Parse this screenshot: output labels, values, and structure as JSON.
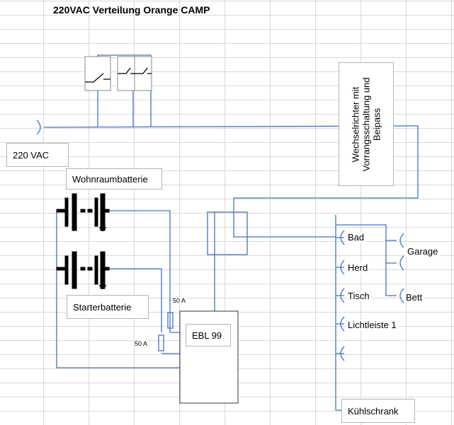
{
  "title": "220VAC Verteilung Orange CAMP",
  "labels": {
    "vac": "220 VAC",
    "wohnraum": "Wohnraumbatterie",
    "starter": "Starterbatterie",
    "inverter": "Wechselrichter mit Vorrangsschaltung und Beipass",
    "ebl": "EBL 99",
    "fuse_top": "50 A",
    "fuse_left": "50 A",
    "bad": "Bad",
    "herd": "Herd",
    "tisch": "Tisch",
    "lichtleiste": "Lichtleiste 1",
    "garage": "Garage",
    "bett": "Bett",
    "kuehlschrank": "Kühlschrank"
  },
  "colors": {
    "wire": "#4472c4",
    "grid": "#d9d9d9",
    "box_border": "#b4b4b4"
  }
}
